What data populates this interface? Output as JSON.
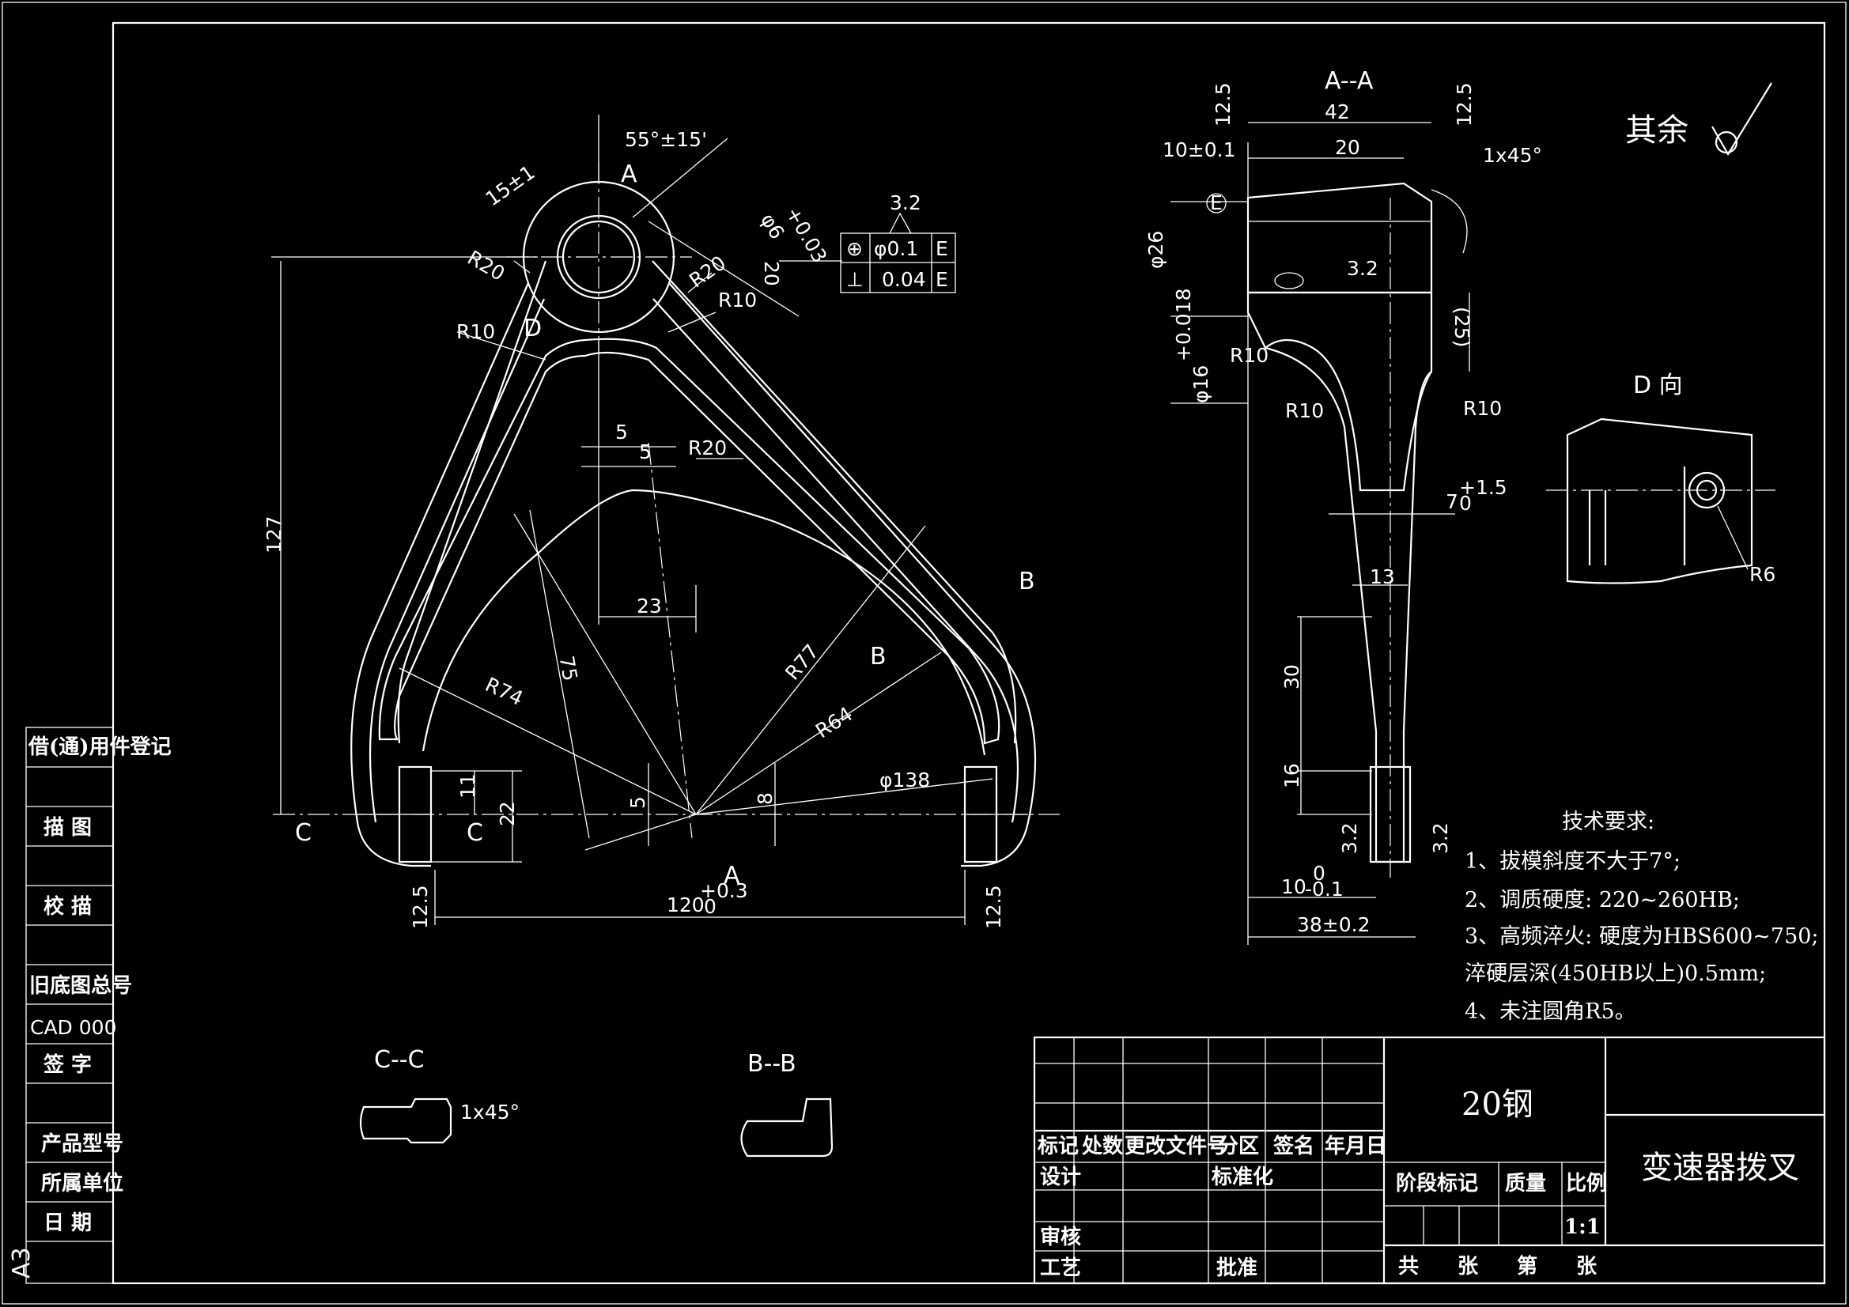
{
  "sheet": {
    "paper_size": "A3",
    "views": {
      "section_aa": "A--A",
      "view_d": "D 向",
      "section_cc": "C--C",
      "section_bb": "B--B",
      "section_mark_a": "A",
      "section_mark_b": "B",
      "section_mark_c": "C",
      "view_mark_d": "D"
    },
    "surface_finish_other": "其余"
  },
  "dimensions": {
    "main": {
      "angle": "55°±15'",
      "d15": "15±1",
      "hole_dia": "φ6",
      "hole_tol_upper": "+0.03",
      "hole_tol_lower": "0",
      "r20_a": "R20",
      "r20_b": "R20",
      "r10_a": "R10",
      "r10_b": "R10",
      "d20": "20",
      "d5_a": "5",
      "d5_b": "5",
      "r20_c": "R20",
      "d127": "127",
      "d23": "23",
      "d75": "75",
      "r74": "R74",
      "r77": "R77",
      "r64": "R64",
      "dia138": "φ138",
      "d11": "11",
      "d22": "22",
      "d5_c": "5",
      "d8": "8",
      "d120": "120",
      "d120_tol_upper": "+0.3",
      "d120_tol_lower": "0",
      "roughness_left": "12.5",
      "roughness_right": "12.5",
      "roughness_top": "3.2"
    },
    "gdt": [
      {
        "symbol": "⊕",
        "value": "φ0.1",
        "datum": "E"
      },
      {
        "symbol": "⊥",
        "value": "0.04",
        "datum": "E"
      }
    ],
    "section_aa": {
      "d42": "42",
      "d10": "10±0.1",
      "d20": "20",
      "chamfer": "1x45°",
      "datum": "E",
      "dia26": "φ26",
      "dia16": "φ16",
      "dia16_tol_upper": "+0.018",
      "dia16_tol_lower": "0",
      "d25": "(25)",
      "r10_a": "R10",
      "r10_b": "R10",
      "r10_c": "R10",
      "d7": "7",
      "d7_tol_upper": "+1.5",
      "d7_tol_lower": "0",
      "d13": "13",
      "d30": "30",
      "d16": "16",
      "d10_low": "10",
      "d10_low_tol_upper": "0",
      "d10_low_tol_lower": "-0.1",
      "d38": "38±0.2",
      "roughness_l": "3.2",
      "roughness_r": "3.2",
      "roughness_top_l": "12.5",
      "roughness_top_r": "12.5",
      "roughness_mid": "3.2"
    },
    "view_d": {
      "r6": "R6"
    },
    "section_cc": {
      "chamfer": "1x45°"
    }
  },
  "tech_requirements": {
    "title": "技术要求:",
    "items": [
      "1、拔模斜度不大于7°;",
      "2、调质硬度: 220~260HB;",
      "3、高频淬火: 硬度为HBS600~750;",
      "淬硬层深(450HB以上)0.5mm;",
      "4、未注圆角R5。"
    ]
  },
  "left_strip": {
    "borrow": "借(通)用件登记",
    "trace": "描 图",
    "check": "校 描",
    "old_no": "旧底图总号",
    "cad": "CAD 000",
    "sign": "签 字",
    "model": "产品型号",
    "unit": "所属单位",
    "date": "日 期",
    "paper": "A3"
  },
  "title_block": {
    "material": "20钢",
    "part_name": "变速器拨叉",
    "headers": [
      "标记",
      "处数",
      "更改文件号",
      "分区",
      "签名",
      "年月日"
    ],
    "design": "设计",
    "standard": "标准化",
    "review": "审核",
    "process": "工艺",
    "approve": "批准",
    "stage": "阶段标记",
    "mass": "质量",
    "scale_label": "比例",
    "scale": "1:1",
    "total": "共",
    "sheets": "张",
    "nth": "第",
    "sheet2": "张"
  }
}
